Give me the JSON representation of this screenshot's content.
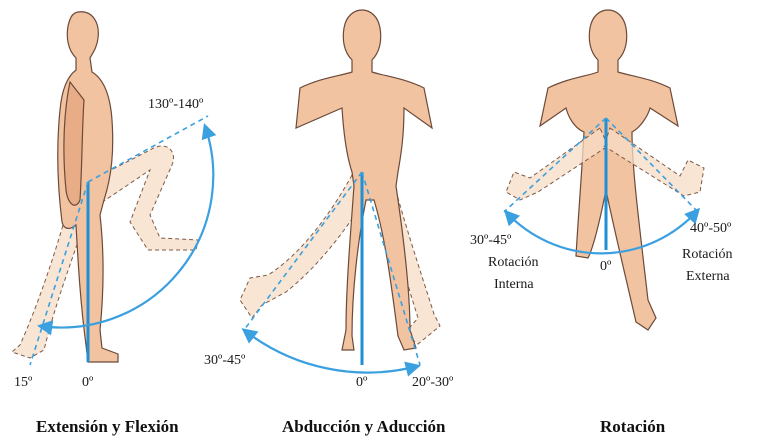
{
  "colors": {
    "axis": "#1f8fd6",
    "arc": "#3aa0e0",
    "skin": "#f2c3a0",
    "text": "#1a1a1a"
  },
  "panels": {
    "flexion": {
      "caption": "Extensión y Flexión",
      "label_flexion": "130º-140º",
      "label_extension": "15º",
      "label_zero": "0º"
    },
    "abduction": {
      "caption": "Abducción y Aducción",
      "label_abduction": "30º-45º",
      "label_zero": "0º",
      "label_adduction": "20º-30º"
    },
    "rotation": {
      "caption": "Rotación",
      "label_internal_deg": "30º-45º",
      "label_internal_1": "Rotación",
      "label_internal_2": "Interna",
      "label_zero": "0º",
      "label_external_deg": "40º-50º",
      "label_external_1": "Rotación",
      "label_external_2": "Externa"
    }
  }
}
